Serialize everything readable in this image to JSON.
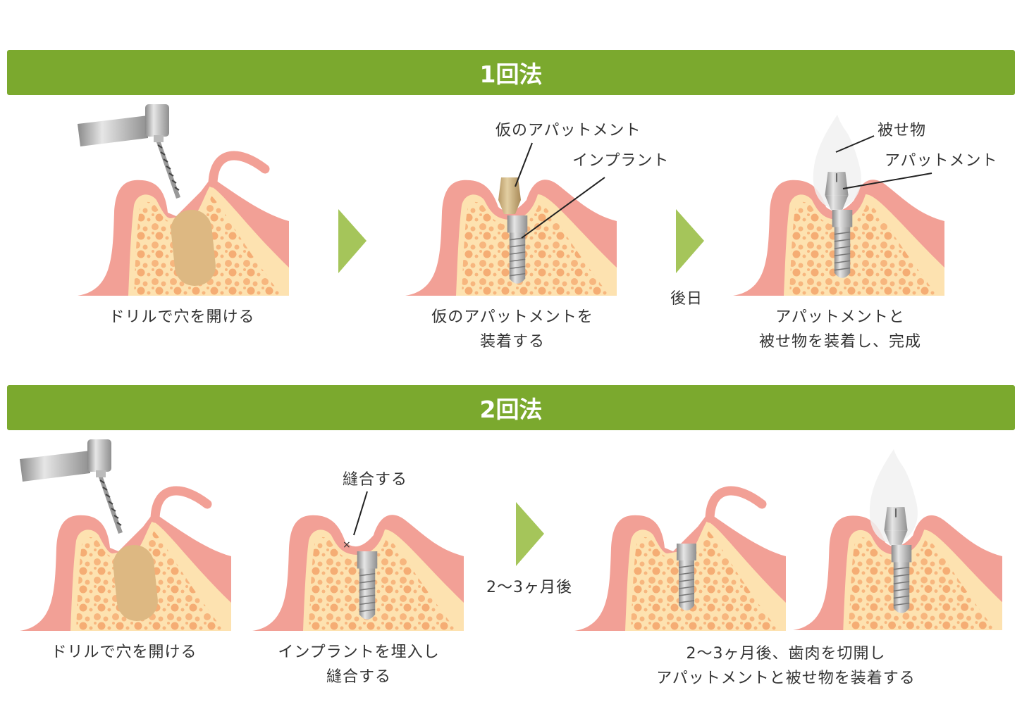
{
  "section1": {
    "title": "1回法",
    "steps": [
      {
        "caption": [
          "ドリルで穴を開ける"
        ]
      },
      {
        "caption": [
          "仮のアパットメントを",
          "装着する"
        ],
        "tags": [
          "仮のアパットメント",
          "インプラント"
        ]
      },
      {
        "caption": [
          "アパットメントと",
          "被せ物を装着し、完成"
        ],
        "tags": [
          "被せ物",
          "アパットメント"
        ]
      }
    ],
    "arrow_note": "後日"
  },
  "section2": {
    "title": "2回法",
    "steps": [
      {
        "caption": [
          "ドリルで穴を開ける"
        ]
      },
      {
        "caption": [
          "インプラントを埋入し",
          "縫合する"
        ],
        "tags": [
          "縫合する"
        ]
      },
      {
        "caption": [
          "2〜3ヶ月後、歯肉を切開し",
          "アパットメントと被せ物を装着する"
        ]
      }
    ],
    "arrow_note": "2〜3ヶ月後"
  },
  "colors": {
    "header": "#7ba92e",
    "arrow": "#a5c55a",
    "gum": "#f2a096",
    "bone": "#fde2b0",
    "marrow": "#f7b67e"
  }
}
